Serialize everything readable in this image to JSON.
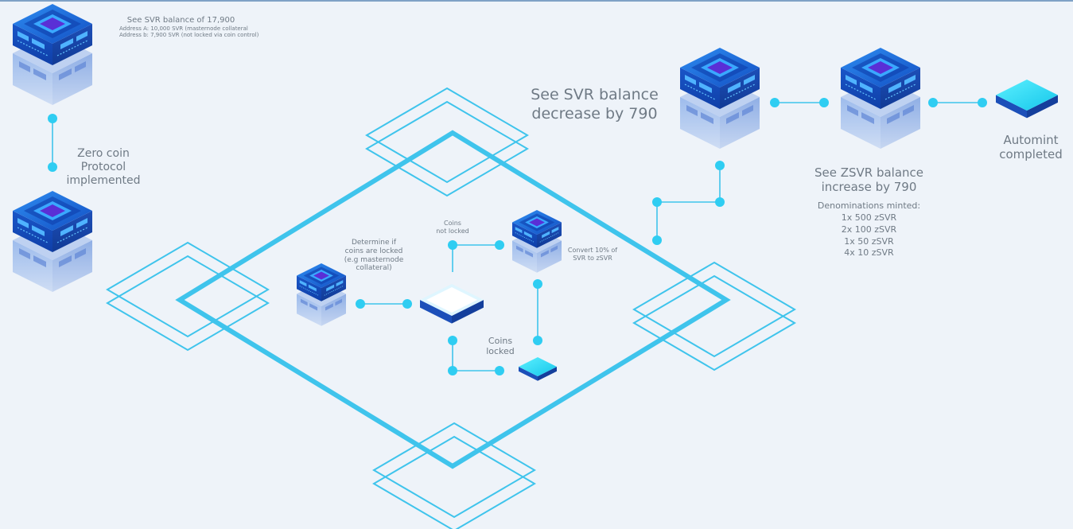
{
  "labels": {
    "svr_balance_title": "See SVR balance of 17,900",
    "svr_balance_line1": "Address A: 10,000 SVR  (masternode collateral",
    "svr_balance_line2": "Address b: 7,900 SVR (not locked via coin control)",
    "zerocoin_line1": "Zero coin",
    "zerocoin_line2": "Protocol",
    "zerocoin_line3": "implemented",
    "determine_line1": "Determine if",
    "determine_line2": "coins are locked",
    "determine_line3": "(e.g masternode",
    "determine_line4": "collateral)",
    "not_locked_line1": "Coins",
    "not_locked_line2": "not locked",
    "convert_line1": "Convert 10% of",
    "convert_line2": "SVR to zSVR",
    "locked_line1": "Coins",
    "locked_line2": "locked",
    "decrease_line1": "See SVR balance",
    "decrease_line2": "decrease by 790",
    "zsvr_line1": "See ZSVR balance",
    "zsvr_line2": "increase by 790",
    "denom_title": "Denominations minted:",
    "denom_1": "1x 500 zSVR",
    "denom_2": "2x 100 zSVR",
    "denom_3": "1x 50 zSVR",
    "denom_4": "4x 10 zSVR",
    "automint_line1": "Automint",
    "automint_line2": "completed"
  },
  "colors": {
    "background": "#eef3f9",
    "accent_line": "#3fc4ec",
    "node_dot": "#2fcdf2",
    "server_top": "#1f67d6",
    "server_core": "#5a2fd6",
    "server_lower": "#8fb2ea",
    "chip_light": "#e6f7ff",
    "chip_cyan": "#27d9f2",
    "label_text": "#6f7a85"
  }
}
